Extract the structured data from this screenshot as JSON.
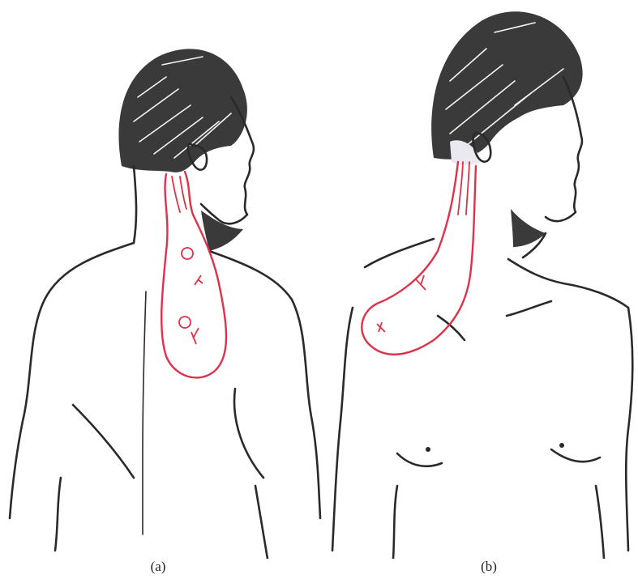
{
  "figure": {
    "panels": [
      {
        "id": "a",
        "caption": "(a)"
      },
      {
        "id": "b",
        "caption": "(b)"
      }
    ],
    "colors": {
      "line": "#2a2a2a",
      "hair": "#3a3a3a",
      "highlight": "#e0304a"
    }
  }
}
